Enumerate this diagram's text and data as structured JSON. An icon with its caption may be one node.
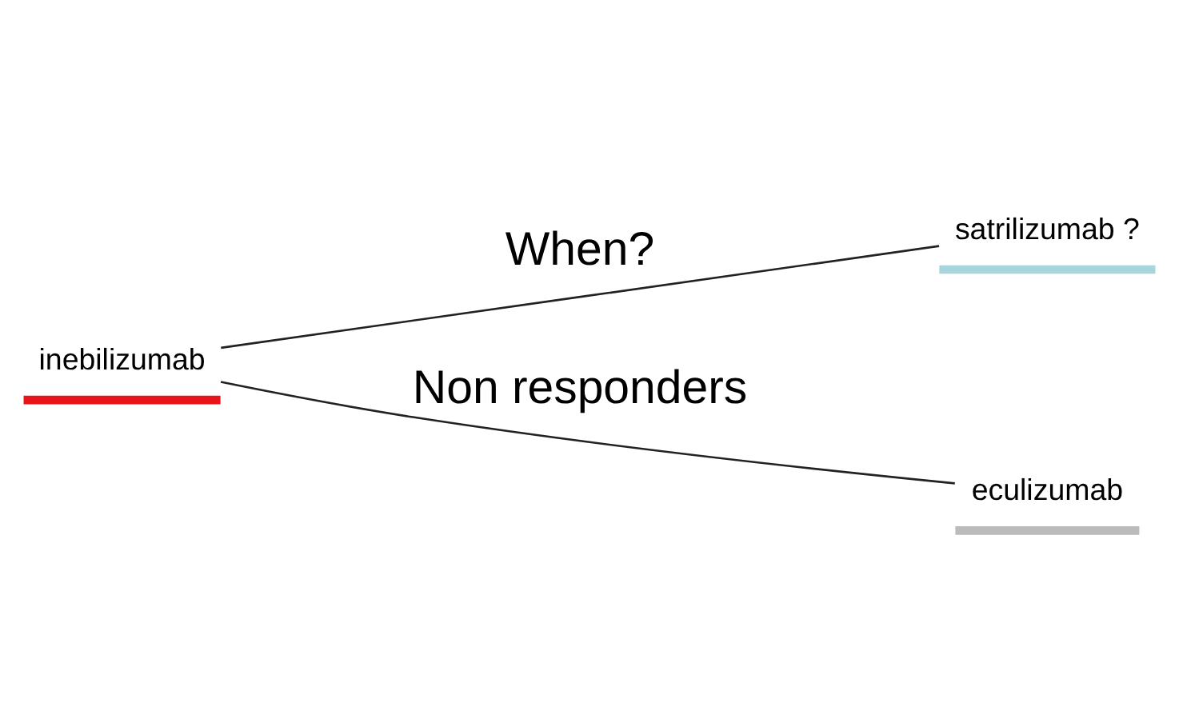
{
  "diagram": {
    "nodes": [
      {
        "text": [
          "inebilizumab"
        ]
      },
      {
        "text": [
          "satrilizumab ?"
        ]
      },
      {
        "text": [
          "eculizumab"
        ]
      }
    ],
    "edges": [
      {
        "from": 0,
        "to": 1,
        "arrow": "none",
        "label": "When?"
      },
      {
        "from": 0,
        "to": 2,
        "arrow": "none",
        "label": "Non responders"
      }
    ]
  }
}
